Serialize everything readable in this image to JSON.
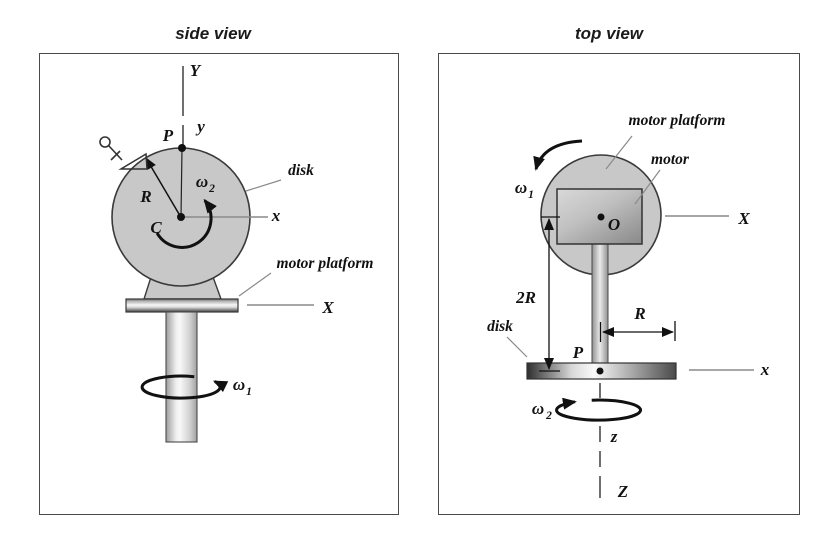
{
  "side": {
    "title": "side view",
    "Y": "Y",
    "y": "y",
    "P": "P",
    "C": "C",
    "R": "R",
    "x": "x",
    "X": "X",
    "disk": "disk",
    "motor_platform": "motor platform",
    "omega": "ω",
    "omega1_sub": "1",
    "omega2_sub": "2"
  },
  "top": {
    "title": "top view",
    "motor_platform": "motor platform",
    "motor": "motor",
    "O": "O",
    "X": "X",
    "twoR": "2R",
    "R": "R",
    "disk": "disk",
    "P": "P",
    "x": "x",
    "z": "z",
    "Z": "Z",
    "omega": "ω",
    "omega1_sub": "1",
    "omega2_sub": "2"
  },
  "colors": {
    "ink": "#111111",
    "panel_border": "#4a4a4a",
    "fill_gray": "#c8c8c8",
    "shape_stroke": "#3a3a3a",
    "leader": "#8a8a8a"
  }
}
